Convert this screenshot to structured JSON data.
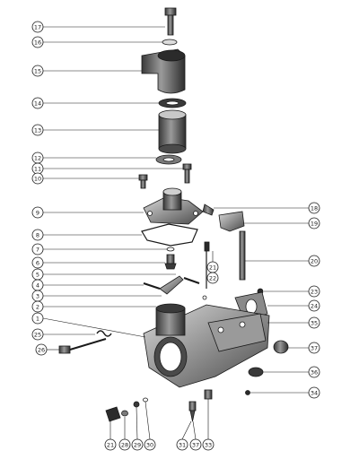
{
  "callouts": [
    {
      "id": "c17",
      "label": "17"
    },
    {
      "id": "c16",
      "label": "16"
    },
    {
      "id": "c15",
      "label": "15"
    },
    {
      "id": "c14",
      "label": "14"
    },
    {
      "id": "c13",
      "label": "13"
    },
    {
      "id": "c12",
      "label": "12"
    },
    {
      "id": "c11",
      "label": "11"
    },
    {
      "id": "c10",
      "label": "10"
    },
    {
      "id": "c9",
      "label": "9"
    },
    {
      "id": "c8",
      "label": "8"
    },
    {
      "id": "c7",
      "label": "7"
    },
    {
      "id": "c6",
      "label": "6"
    },
    {
      "id": "c5",
      "label": "5"
    },
    {
      "id": "c4",
      "label": "4"
    },
    {
      "id": "c3",
      "label": "3"
    },
    {
      "id": "c2",
      "label": "2"
    },
    {
      "id": "c1",
      "label": "1"
    },
    {
      "id": "c25",
      "label": "25"
    },
    {
      "id": "c26",
      "label": "26"
    },
    {
      "id": "c18",
      "label": "18"
    },
    {
      "id": "c19",
      "label": "19"
    },
    {
      "id": "c20",
      "label": "20"
    },
    {
      "id": "c21a",
      "label": "21"
    },
    {
      "id": "c22a",
      "label": "22"
    },
    {
      "id": "c23",
      "label": "23"
    },
    {
      "id": "c24",
      "label": "24"
    },
    {
      "id": "c35",
      "label": "35"
    },
    {
      "id": "c37r",
      "label": "37"
    },
    {
      "id": "c36",
      "label": "36"
    },
    {
      "id": "c34",
      "label": "34"
    },
    {
      "id": "c21b",
      "label": "21"
    },
    {
      "id": "c28",
      "label": "28"
    },
    {
      "id": "c29",
      "label": "29"
    },
    {
      "id": "c30",
      "label": "30"
    },
    {
      "id": "c31",
      "label": "31"
    },
    {
      "id": "c37b",
      "label": "37"
    },
    {
      "id": "c33",
      "label": "33"
    }
  ],
  "colors": {
    "ink": "#1a1a1a",
    "paper": "#ffffff",
    "shade": "#6b6b6b",
    "dark": "#2b2b2b"
  }
}
